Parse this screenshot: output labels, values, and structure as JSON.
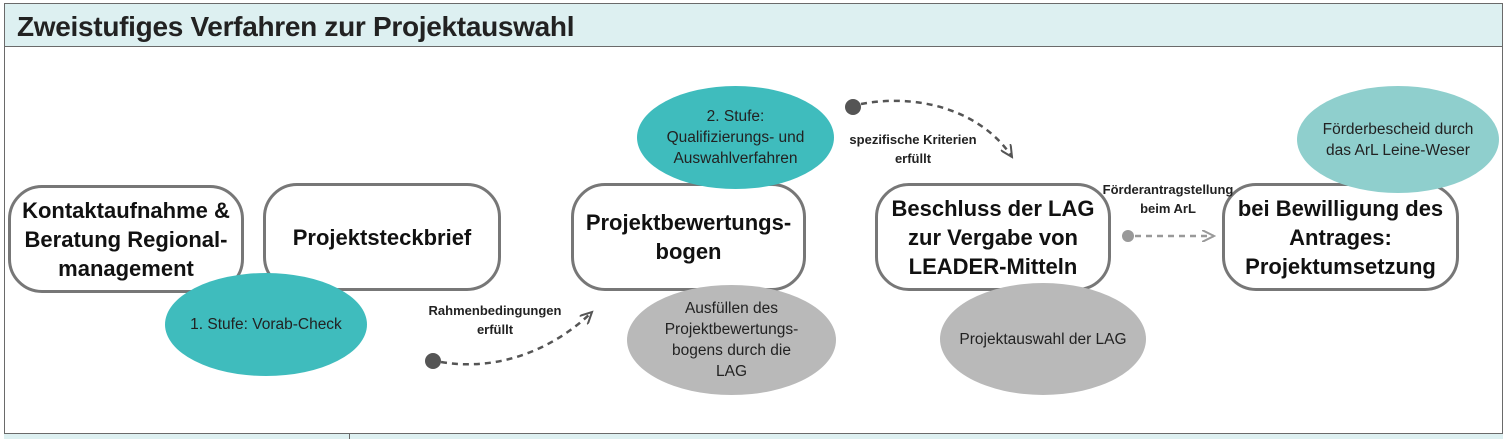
{
  "title": "Zweistufiges Verfahren zur Projektauswahl",
  "boxes": {
    "kontakt": "Kontaktaufnahme & Beratung Regional-management",
    "steckbrief": "Projektsteckbrief",
    "bewertungsbogen": "Projektbewertungs-bogen",
    "beschluss": "Beschluss der LAG zur Vergabe von LEADER-Mitteln",
    "bewilligung": "bei Bewilligung des Antrages: Projektumsetzung"
  },
  "ellipses": {
    "stufe1": "1. Stufe: Vorab-Check",
    "stufe2_line1": "2. Stufe:",
    "stufe2_line2": "Qualifizierungs- und Auswahlverfahren",
    "ausfuellen": "Ausfüllen des Projektbewertungs-bogens durch die LAG",
    "projektauswahl": "Projektauswahl der LAG",
    "foerderbescheid": "Förderbescheid durch das ArL Leine-Weser"
  },
  "arrow_labels": {
    "rahmen_line1": "Rahmenbedingungen",
    "rahmen_line2": "erfüllt",
    "kriterien_line1": "spezifische Kriterien",
    "kriterien_line2": "erfüllt",
    "antrag_line1": "Förderantragstellung",
    "antrag_line2": "beim ArL"
  },
  "colors": {
    "teal": "#3fbcbd",
    "light_teal": "#8fcfcd",
    "grey": "#b9b9b9",
    "header_bg": "#ddf0f1",
    "arrow": "#555555"
  }
}
